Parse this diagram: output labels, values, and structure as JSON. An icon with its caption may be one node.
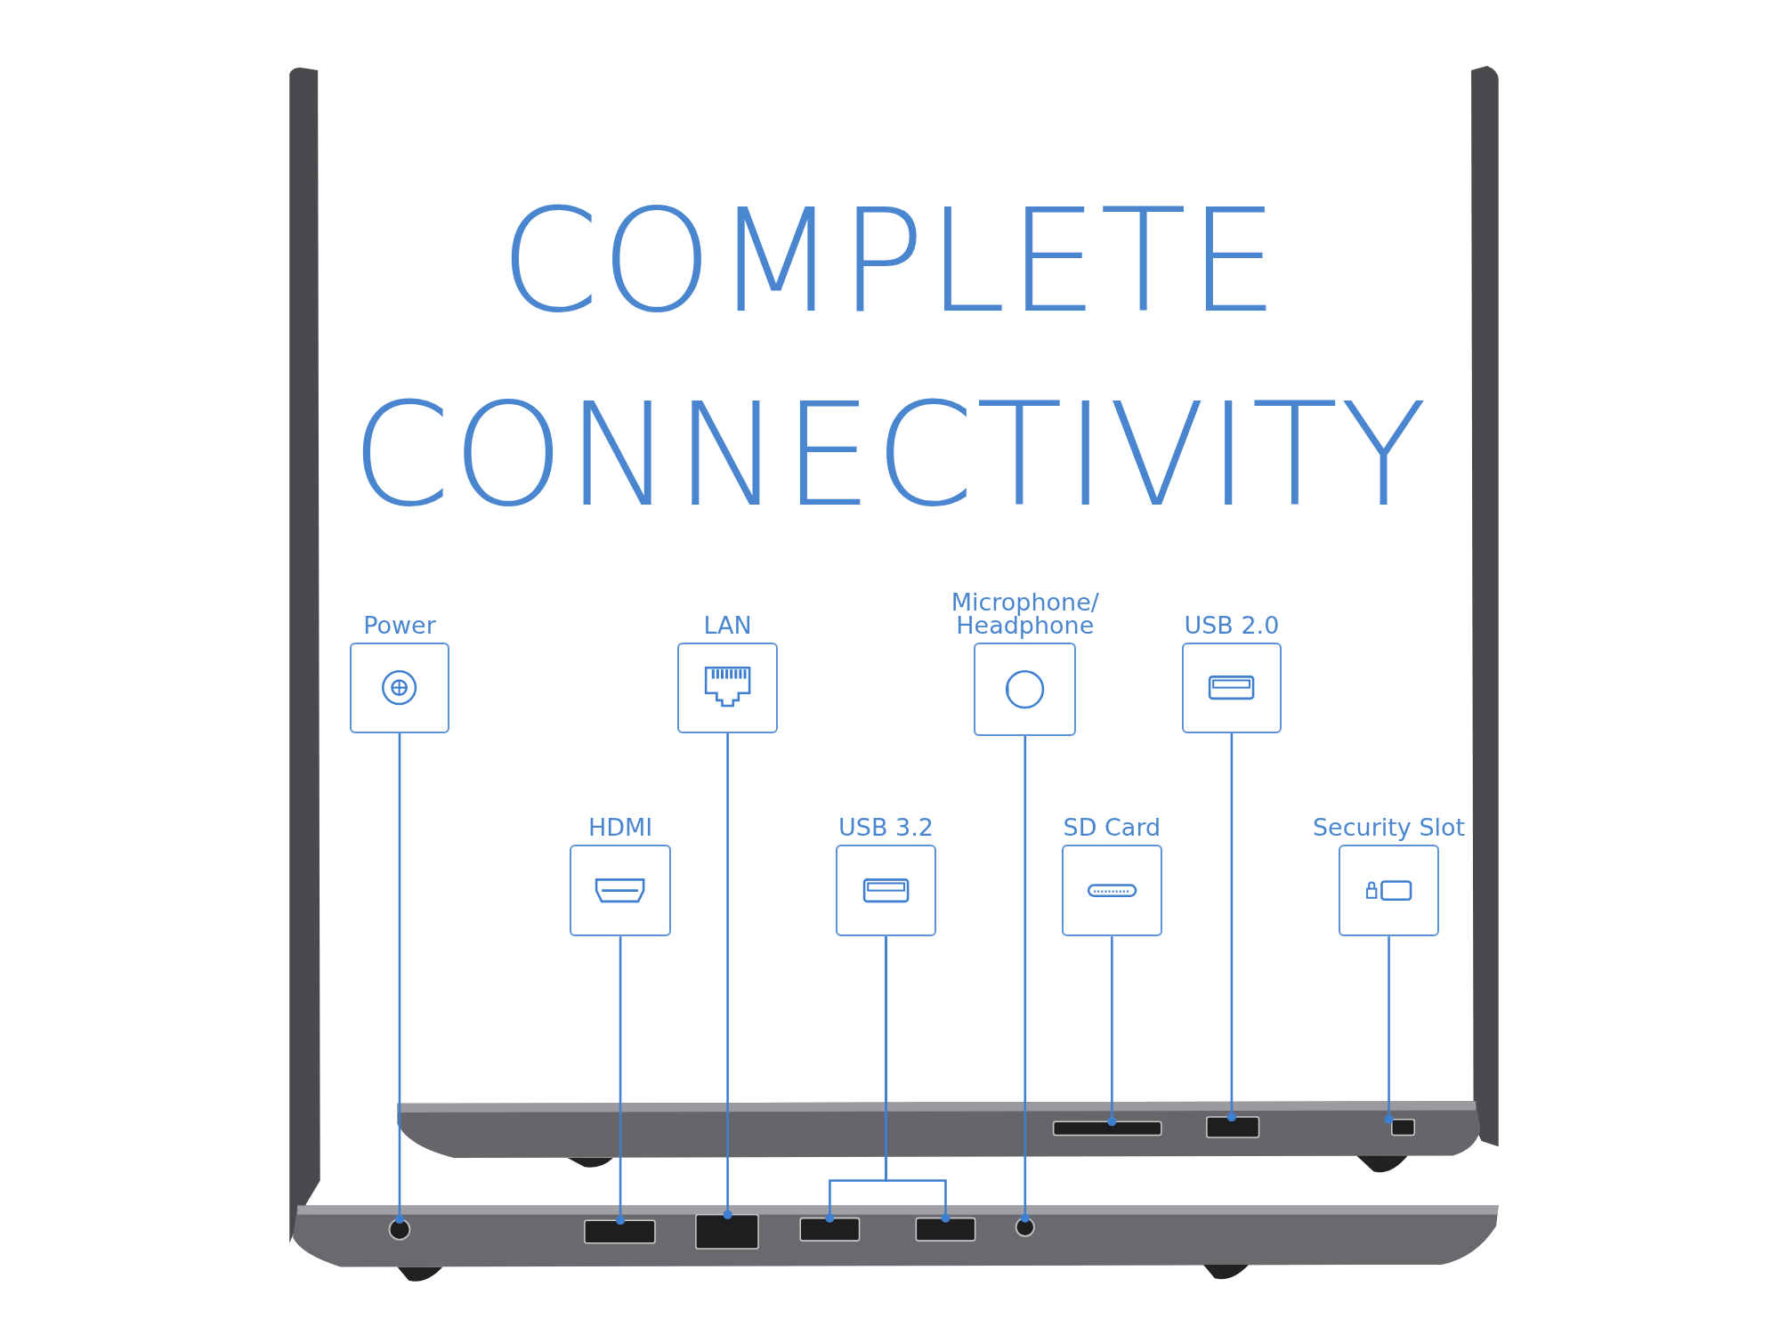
{
  "diagram": {
    "title": "COMPLETE CONNECTIVITY",
    "nodes": [
      {
        "text": [
          "Power"
        ]
      },
      {
        "text": [
          "LAN"
        ]
      },
      {
        "text": [
          "Microphone/ Headphone"
        ]
      },
      {
        "text": [
          "USB 2.0"
        ]
      },
      {
        "text": [
          "HDMI"
        ]
      },
      {
        "text": [
          "USB 3.2"
        ]
      },
      {
        "text": [
          "SD Card"
        ]
      },
      {
        "text": [
          "Security Slot"
        ]
      },
      {
        "text": [],
        "shape": "box"
      },
      {
        "text": [],
        "shape": "box"
      },
      {
        "text": [],
        "shape": "box"
      },
      {
        "text": [],
        "shape": "circle"
      },
      {
        "text": [],
        "shape": "box"
      },
      {
        "text": [],
        "shape": "box"
      },
      {
        "text": [],
        "shape": "box"
      },
      {
        "text": [],
        "shape": "box"
      },
      {
        "text": [],
        "shape": "circle"
      }
    ],
    "edges": [
      {
        "from": 0,
        "to": 11,
        "arrow": "other"
      },
      {
        "from": 1,
        "to": 13,
        "arrow": "other"
      },
      {
        "from": 2,
        "to": 16,
        "arrow": "other"
      },
      {
        "from": 3,
        "to": 9,
        "arrow": "other"
      },
      {
        "from": 4,
        "to": 12,
        "arrow": "other"
      },
      {
        "from": 5,
        "to": 14,
        "arrow": "other"
      },
      {
        "from": 5,
        "to": 15,
        "arrow": "other"
      },
      {
        "from": 6,
        "to": 8,
        "arrow": "other"
      },
      {
        "from": 7,
        "to": 10,
        "arrow": "other"
      }
    ]
  }
}
